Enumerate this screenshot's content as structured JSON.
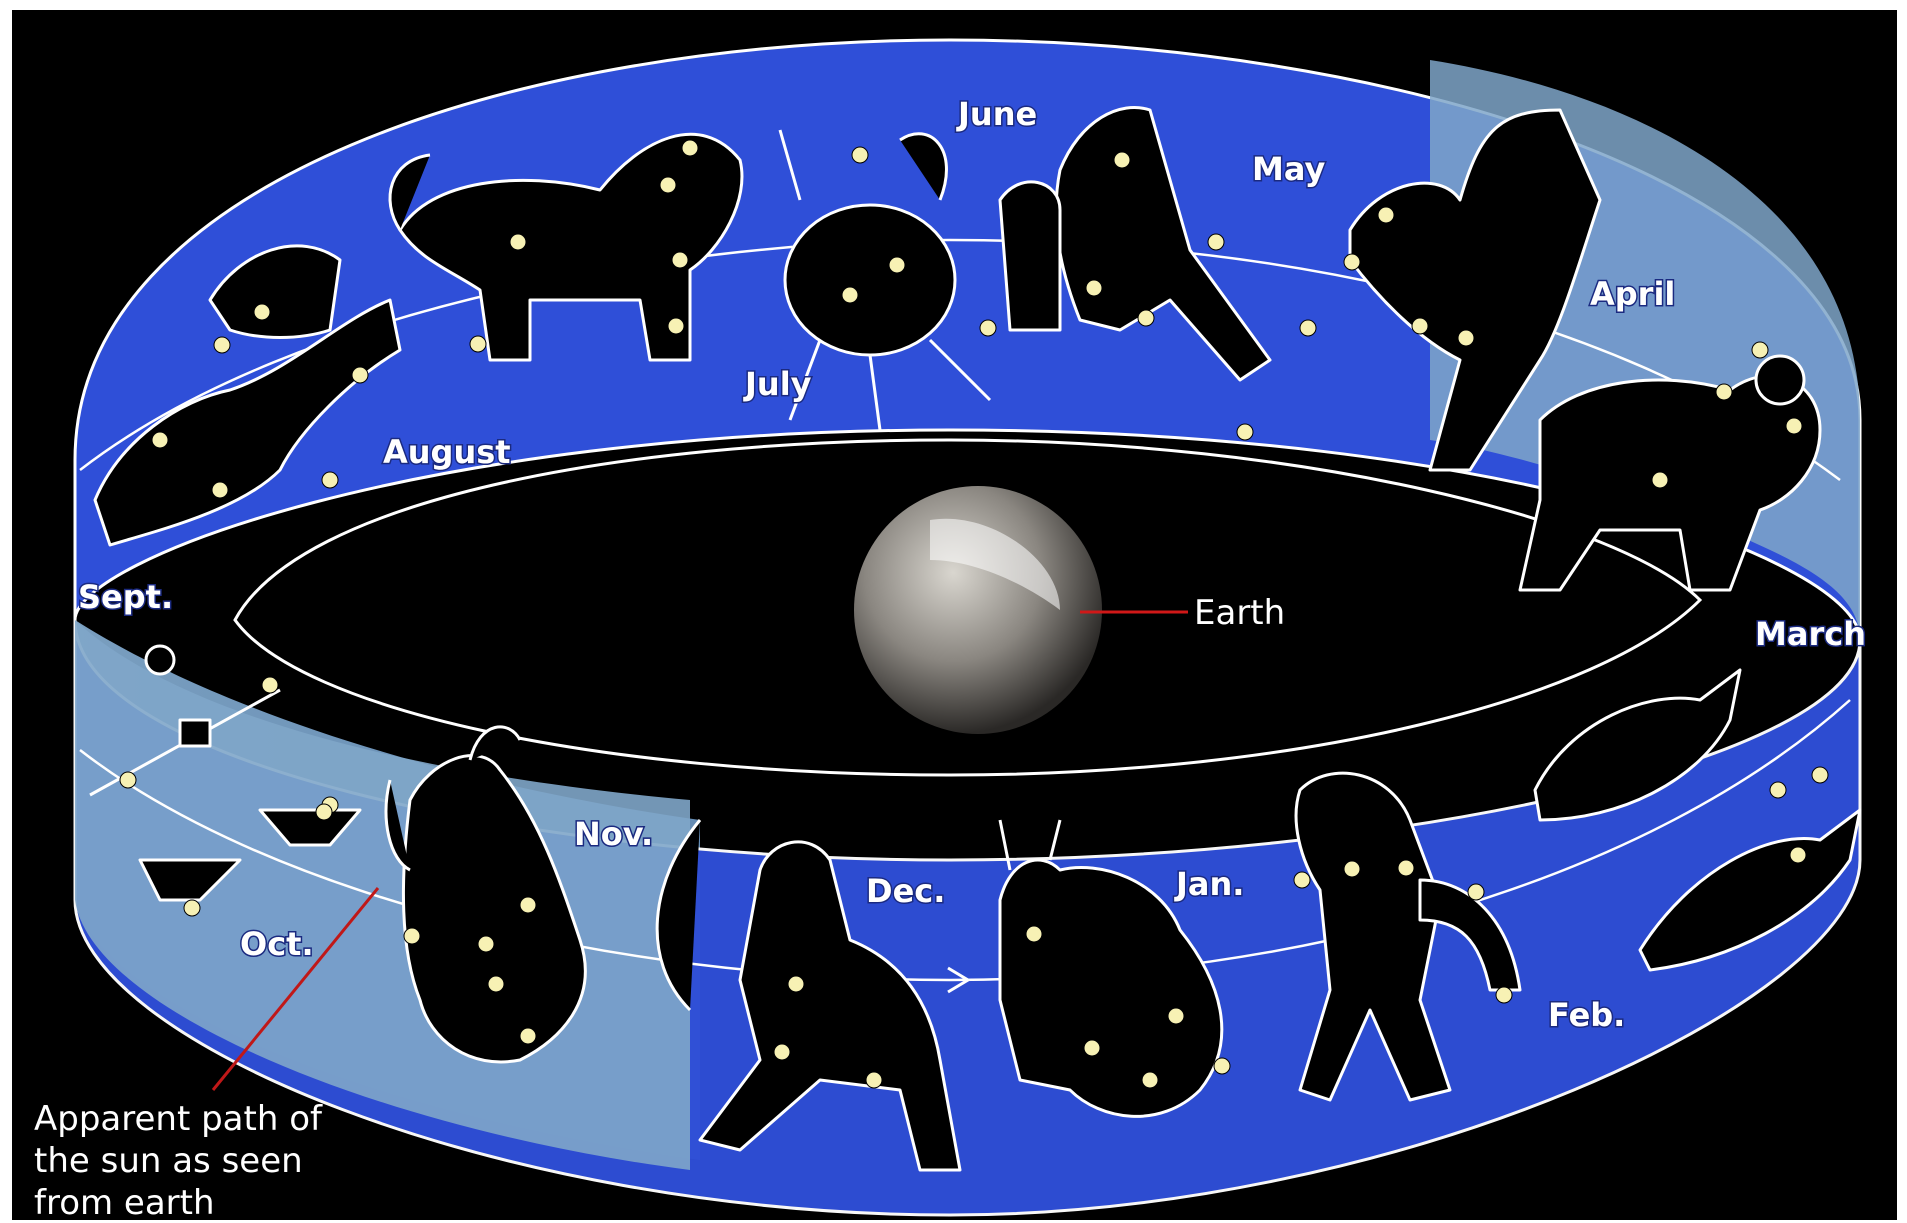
{
  "colors": {
    "background": "#000000",
    "band_blue": "#2f4fd8",
    "band_pale": "#7fa6c9",
    "earth": "#8a8680"
  },
  "months": {
    "june": "June",
    "may": "May",
    "april": "April",
    "march": "March",
    "july": "July",
    "august": "August",
    "sept": "Sept.",
    "oct": "Oct.",
    "nov": "Nov.",
    "dec": "Dec.",
    "jan": "Jan.",
    "feb": "Feb."
  },
  "earth_label": "Earth",
  "path_label": {
    "line1": "Apparent path of",
    "line2": "the sun as seen",
    "line3": "from earth"
  },
  "icons": [
    "virgo-icon",
    "leo-icon",
    "cancer-icon",
    "gemini-icon",
    "taurus-icon",
    "aries-icon",
    "pisces-icon",
    "aquarius-icon",
    "capricorn-icon",
    "sagittarius-icon",
    "scorpio-icon",
    "libra-icon"
  ]
}
